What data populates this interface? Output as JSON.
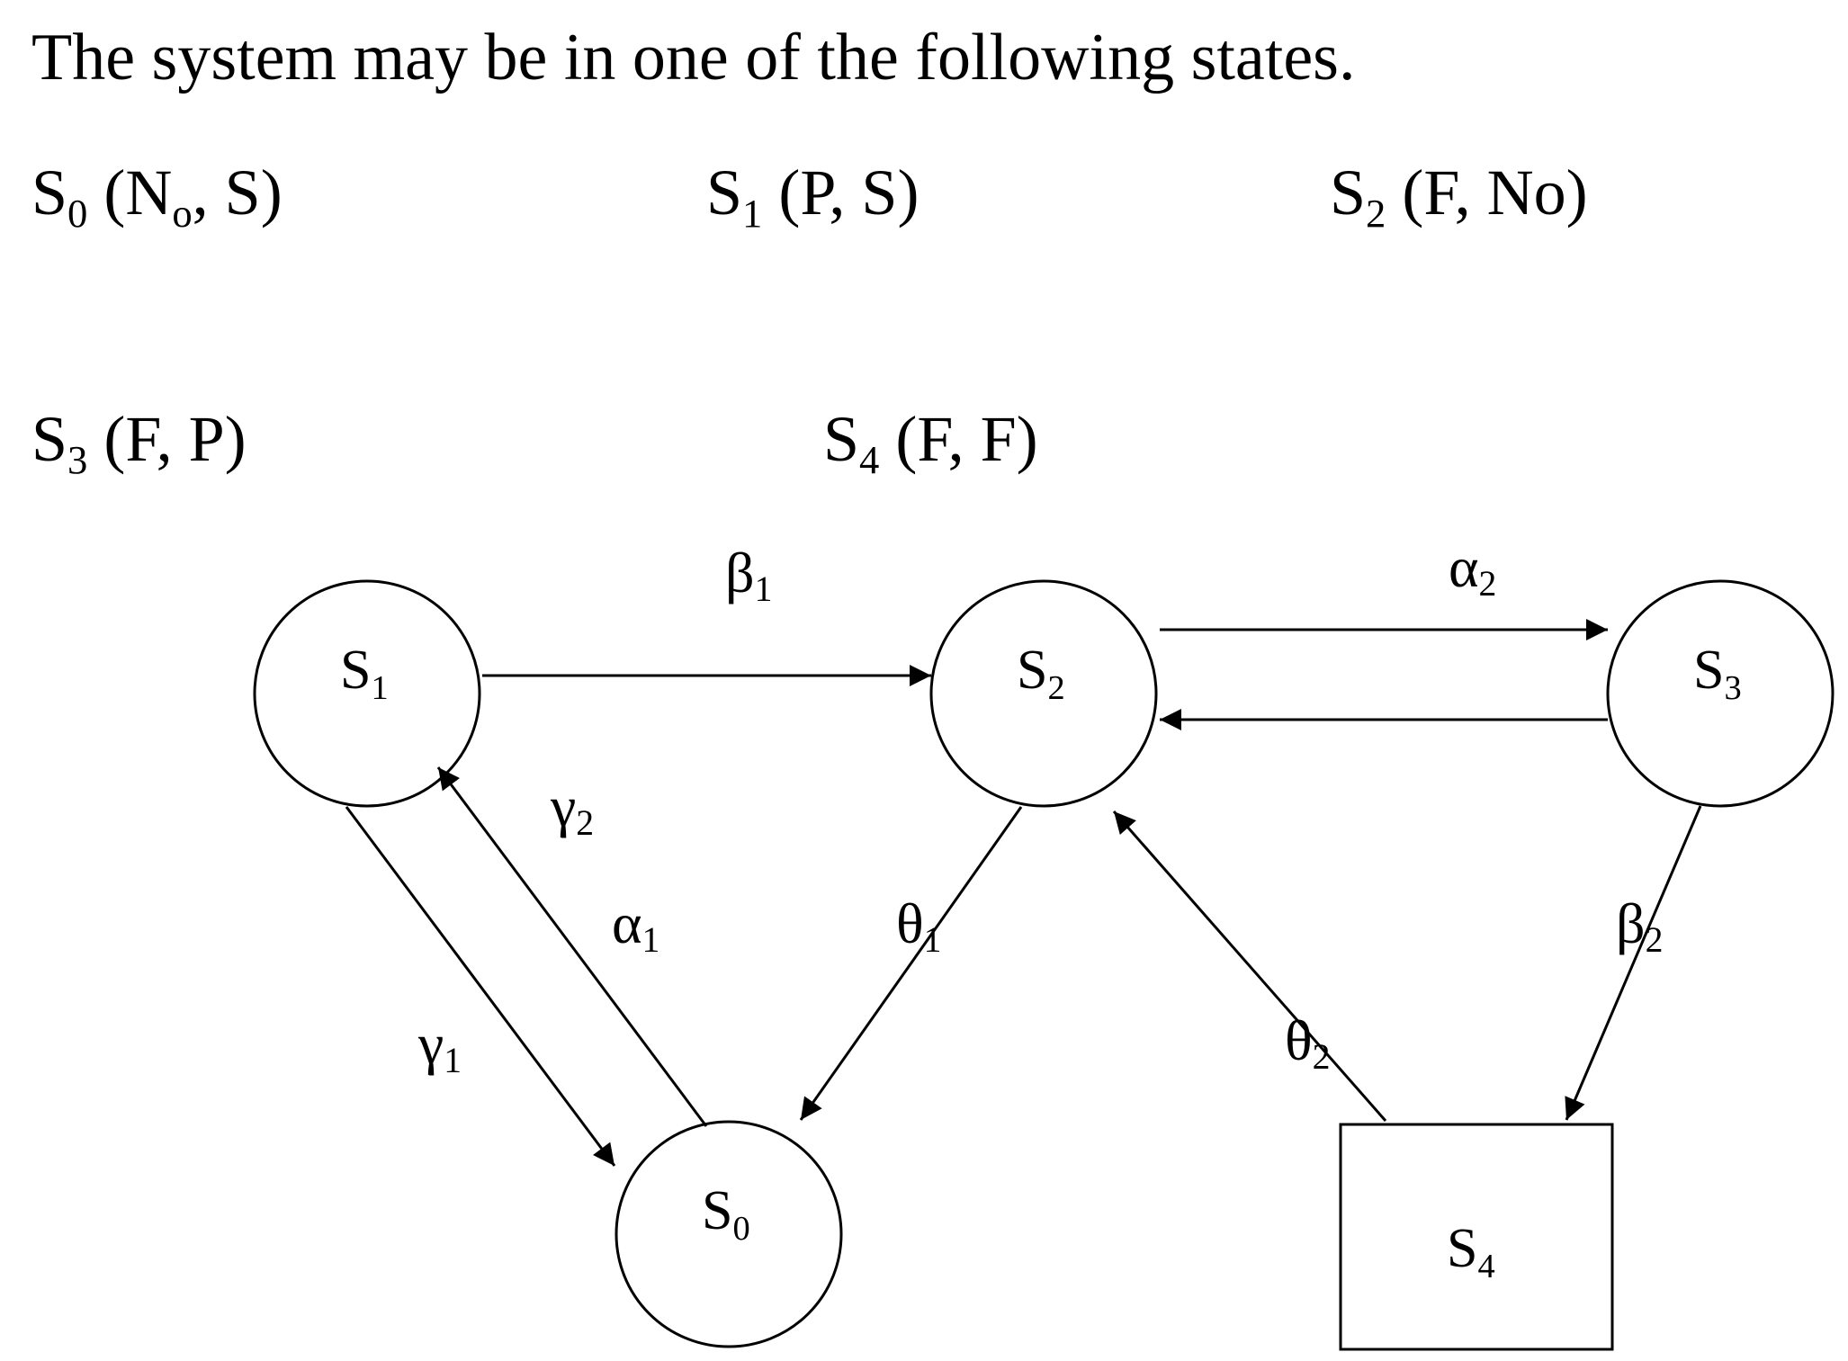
{
  "heading": "The system may be in one of the following states.",
  "state_definitions": [
    {
      "symbol": "S",
      "sub": "0",
      "text_before_sub": " (N",
      "inner_sub": "o",
      "text_after": ", S)"
    },
    {
      "symbol": "S",
      "sub": "1",
      "text": " (P, S)"
    },
    {
      "symbol": "S",
      "sub": "2",
      "text": " (F, No)"
    },
    {
      "symbol": "S",
      "sub": "3",
      "text": " (F, P)"
    },
    {
      "symbol": "S",
      "sub": "4",
      "text": " (F, F)"
    }
  ],
  "diagram": {
    "nodes": [
      {
        "id": "S1",
        "symbol": "S",
        "sub": "1",
        "shape": "circle"
      },
      {
        "id": "S2",
        "symbol": "S",
        "sub": "2",
        "shape": "circle"
      },
      {
        "id": "S3",
        "symbol": "S",
        "sub": "3",
        "shape": "circle"
      },
      {
        "id": "S0",
        "symbol": "S",
        "sub": "0",
        "shape": "circle"
      },
      {
        "id": "S4",
        "symbol": "S",
        "sub": "4",
        "shape": "square"
      }
    ],
    "edges": [
      {
        "from": "S1",
        "to": "S2",
        "symbol": "β",
        "sub": "1"
      },
      {
        "from": "S2",
        "to": "S3",
        "symbol": "α",
        "sub": "2"
      },
      {
        "from": "S3",
        "to": "S2",
        "symbol": "",
        "sub": ""
      },
      {
        "from": "S0",
        "to": "S1",
        "symbol": "γ",
        "sub": "2"
      },
      {
        "from": "S0",
        "to": "S1",
        "symbol": "α",
        "sub": "1"
      },
      {
        "from": "S1",
        "to": "S0",
        "symbol": "γ",
        "sub": "1"
      },
      {
        "from": "S2",
        "to": "S0",
        "symbol": "θ",
        "sub": "1"
      },
      {
        "from": "S3",
        "to": "S4",
        "symbol": "β",
        "sub": "2"
      },
      {
        "from": "S4",
        "to": "S2",
        "symbol": "θ",
        "sub": "2"
      }
    ]
  }
}
